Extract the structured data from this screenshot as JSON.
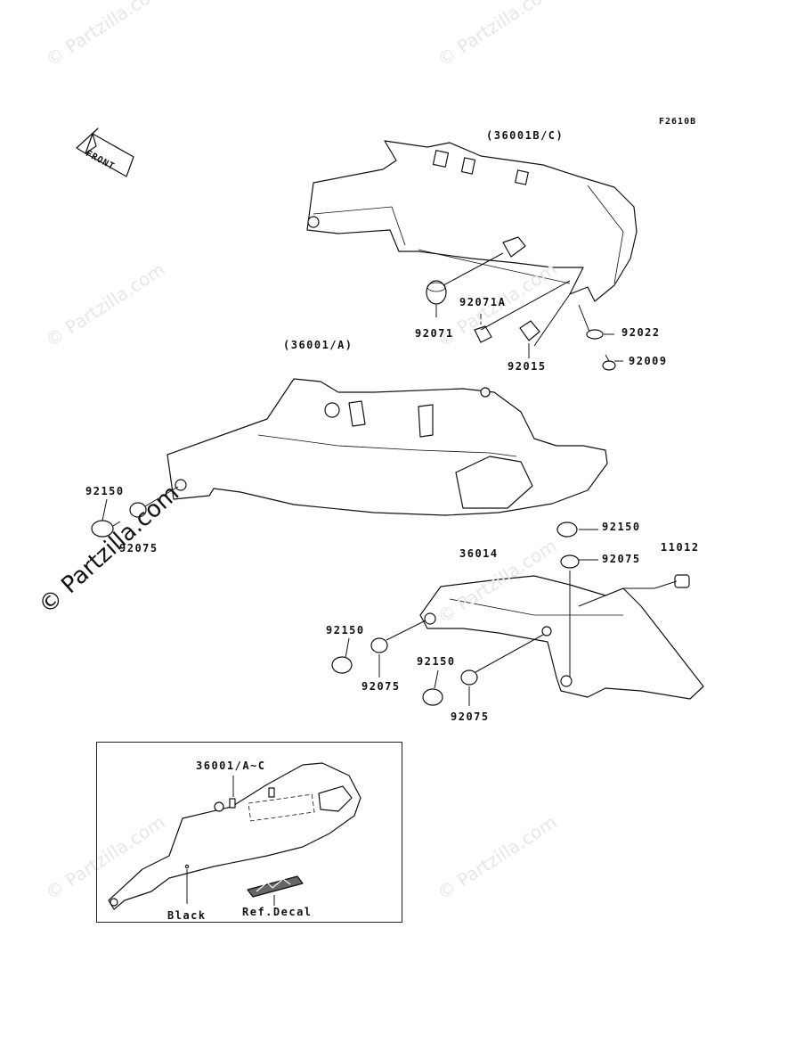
{
  "figure_code": "F2610B",
  "front_label": "FRONT",
  "watermark": "© Partzilla.com",
  "watermark_prominent": "© Partzilla.com",
  "parts": {
    "cover_b_c": "(36001B/C)",
    "cover_a": "(36001/A)",
    "grommet_92071": "92071",
    "nut_92071a": "92071A",
    "clip_92015": "92015",
    "washer_92022": "92022",
    "screw_92009": "92009",
    "bolt_left": "92150",
    "collar_left": "92075",
    "bolt_right_top": "92150",
    "collar_right_top": "92075",
    "cover_36014": "36014",
    "plug_11012": "11012",
    "bolt_lower_a": "92150",
    "collar_lower_a": "92075",
    "bolt_lower_b": "92150",
    "collar_lower_b": "92075"
  },
  "inset": {
    "part_ref": "36001/A~C",
    "color_note": "Black",
    "decal_note": "Ref.Decal"
  }
}
